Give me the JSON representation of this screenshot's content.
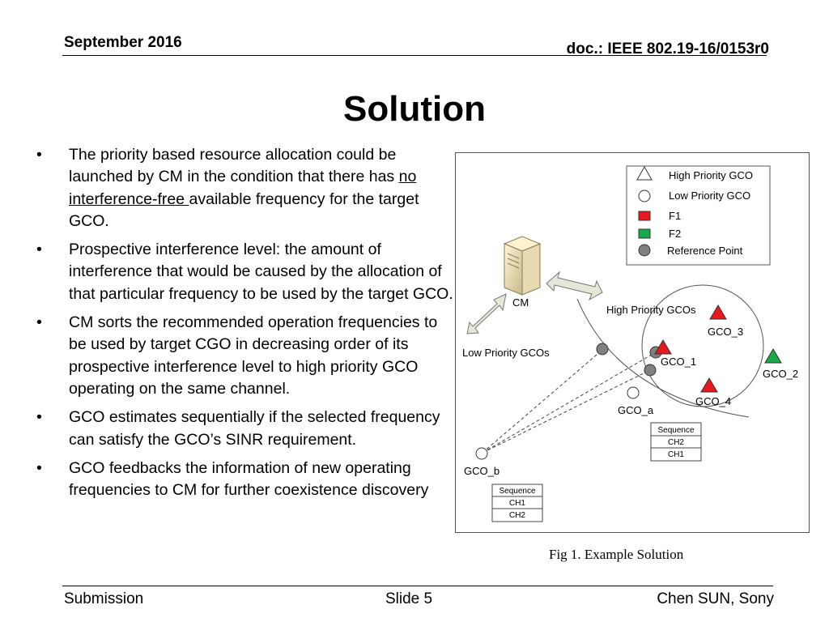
{
  "header": {
    "date": "September 2016",
    "doc_id": "doc.: IEEE 802.19-16/0153r0"
  },
  "slide": {
    "title": "Solution"
  },
  "bullets": [
    {
      "text_before": "The priority based resource allocation could be launched by CM in the condition that there has ",
      "underlined": "no interference-free ",
      "text_after": "available frequency for the target GCO."
    },
    {
      "text": "Prospective interference level: the amount of interference that would be caused by the allocation of that particular frequency to be used by the target GCO."
    },
    {
      "text": "CM sorts the recommended operation frequencies to be used by target CGO in decreasing order of its prospective interference level to high priority GCO operating on the same channel."
    },
    {
      "text": "GCO estimates sequentially if the selected frequency can satisfy the GCO’s SINR requirement."
    },
    {
      "text": "GCO feedbacks the information of new operating frequencies to CM for further coexistence discovery"
    }
  ],
  "bullet_glyph": "•",
  "figure": {
    "legend": {
      "high_priority": "High Priority GCO",
      "low_priority": "Low Priority GCO",
      "f1": "F1",
      "f2": "F2",
      "reference_point": "Reference Point"
    },
    "labels": {
      "cm": "CM",
      "high_priority_gcos": "High Priority GCOs",
      "low_priority_gcos": "Low Priority GCOs",
      "gco_1": "GCO_1",
      "gco_2": "GCO_2",
      "gco_3": "GCO_3",
      "gco_4": "GCO_4",
      "gco_a": "GCO_a",
      "gco_b": "GCO_b"
    },
    "sequence_a": {
      "header": "Sequence",
      "rows": [
        "CH2",
        "CH1"
      ]
    },
    "sequence_b": {
      "header": "Sequence",
      "rows": [
        "CH1",
        "CH2"
      ]
    },
    "icons": {
      "cm": "server-icon"
    },
    "colors": {
      "f1": "#e8191e",
      "f2": "#19a84a",
      "reference": "#808080",
      "arrow": "#e4e8d6"
    },
    "caption": "Fig 1. Example Solution"
  },
  "footer": {
    "left": "Submission",
    "center": "Slide 5",
    "right": "Chen SUN, Sony"
  }
}
